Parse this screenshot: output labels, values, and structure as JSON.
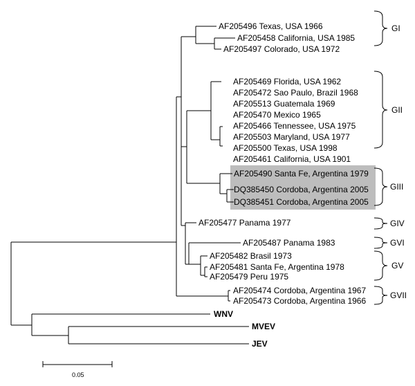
{
  "tree": {
    "leaves": [
      {
        "id": "l1",
        "label": "AF205496 Texas, USA 1966"
      },
      {
        "id": "l2",
        "label": "AF205458 California, USA 1985"
      },
      {
        "id": "l3",
        "label": "AF205497 Colorado, USA 1972"
      },
      {
        "id": "l4",
        "label": "AF205469 Florida, USA 1962"
      },
      {
        "id": "l5",
        "label": "AF205472 Sao Paulo, Brazil 1968"
      },
      {
        "id": "l6",
        "label": "AF205513 Guatemala 1969"
      },
      {
        "id": "l7",
        "label": "AF205470 Mexico 1965"
      },
      {
        "id": "l8",
        "label": "AF205466 Tennessee, USA 1975"
      },
      {
        "id": "l9",
        "label": "AF205503 Maryland, USA 1977"
      },
      {
        "id": "l10",
        "label": "AF205500 Texas, USA 1998"
      },
      {
        "id": "l11",
        "label": "AF205461 California, USA 1901"
      },
      {
        "id": "l12",
        "label": "AF205490 Santa Fe, Argentina 1979"
      },
      {
        "id": "l13",
        "label": "DQ385450 Cordoba, Argentina 2005"
      },
      {
        "id": "l14",
        "label": "DQ385451 Cordoba, Argentina 2005"
      },
      {
        "id": "l15",
        "label": "AF205477 Panama 1977"
      },
      {
        "id": "l16",
        "label": "AF205487 Panama 1983"
      },
      {
        "id": "l17",
        "label": "AF205482 Brasil 1973"
      },
      {
        "id": "l18",
        "label": "AF205481 Santa Fe, Argentina 1978"
      },
      {
        "id": "l19",
        "label": "AF205479 Peru 1975"
      },
      {
        "id": "l20",
        "label": "AF205474 Cordoba, Argentina 1967"
      },
      {
        "id": "l21",
        "label": "AF205473 Cordoba, Argentina 1966"
      },
      {
        "id": "l22",
        "label": "WNV",
        "bold": true
      },
      {
        "id": "l23",
        "label": "MVEV",
        "bold": true
      },
      {
        "id": "l24",
        "label": "JEV",
        "bold": true
      }
    ],
    "groups": [
      {
        "id": "g1",
        "label": "GI"
      },
      {
        "id": "g2",
        "label": "GII"
      },
      {
        "id": "g3",
        "label": "GIII"
      },
      {
        "id": "g4",
        "label": "GIV"
      },
      {
        "id": "g6",
        "label": "GVI"
      },
      {
        "id": "g5",
        "label": "GV"
      },
      {
        "id": "g7",
        "label": "GVII"
      }
    ],
    "highlight_color": "#bdbdbd",
    "scale_bar_label": "0.05"
  }
}
